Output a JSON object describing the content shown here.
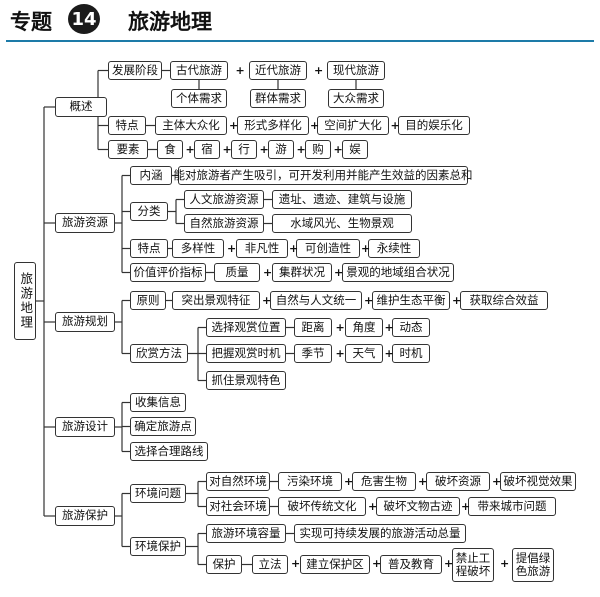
{
  "header": {
    "prefix": "专题",
    "number": "14",
    "title": "旅游地理"
  },
  "root": "旅游地理",
  "sections": {
    "gaishu": {
      "label": "概述",
      "fazhan": {
        "label": "发展阶段",
        "items": [
          "古代旅游",
          "近代旅游",
          "现代旅游"
        ],
        "subs": [
          "个体需求",
          "群体需求",
          "大众需求"
        ]
      },
      "tedian": {
        "label": "特点",
        "items": [
          "主体大众化",
          "形式多样化",
          "空间扩大化",
          "目的娱乐化"
        ]
      },
      "yaosu": {
        "label": "要素",
        "items": [
          "食",
          "宿",
          "行",
          "游",
          "购",
          "娱"
        ]
      }
    },
    "ziyuan": {
      "label": "旅游资源",
      "neihan": {
        "label": "内涵",
        "text": "能对旅游者产生吸引，可开发利用并能产生效益的因素总和"
      },
      "fenlei": {
        "label": "分类",
        "rows": [
          {
            "type": "人文旅游资源",
            "detail": "遗址、遗迹、建筑与设施"
          },
          {
            "type": "自然旅游资源",
            "detail": "水域风光、生物景观"
          }
        ]
      },
      "tedian": {
        "label": "特点",
        "items": [
          "多样性",
          "非凡性",
          "可创造性",
          "永续性"
        ]
      },
      "pingjia": {
        "label": "价值评价指标",
        "items": [
          "质量",
          "集群状况",
          "景观的地域组合状况"
        ]
      }
    },
    "guihua": {
      "label": "旅游规划",
      "yuanze": {
        "label": "原则",
        "items": [
          "突出景观特征",
          "自然与人文统一",
          "维护生态平衡",
          "获取综合效益"
        ]
      },
      "xinshang": {
        "label": "欣赏方法",
        "rows": [
          {
            "label": "选择观赏位置",
            "items": [
              "距离",
              "角度",
              "动态"
            ]
          },
          {
            "label": "把握观赏时机",
            "items": [
              "季节",
              "天气",
              "时机"
            ]
          },
          {
            "label": "抓住景观特色",
            "items": []
          }
        ]
      }
    },
    "sheji": {
      "label": "旅游设计",
      "items": [
        "收集信息",
        "确定旅游点",
        "选择合理路线"
      ]
    },
    "baohu": {
      "label": "旅游保护",
      "wenti": {
        "label": "环境问题",
        "rows": [
          {
            "label": "对自然环境",
            "items": [
              "污染环境",
              "危害生物",
              "破坏资源",
              "破坏视觉效果"
            ]
          },
          {
            "label": "对社会环境",
            "items": [
              "破坏传统文化",
              "破坏文物古迹",
              "带来城市问题"
            ]
          }
        ]
      },
      "huanjing": {
        "label": "环境保护",
        "rong": {
          "label": "旅游环境容量",
          "text": "实现可持续发展的旅游活动总量"
        },
        "baohu_row": {
          "label": "保护",
          "items": [
            "立法",
            "建立保护区",
            "普及教育",
            "禁止工程破坏",
            "提倡绿色旅游"
          ]
        }
      }
    }
  }
}
